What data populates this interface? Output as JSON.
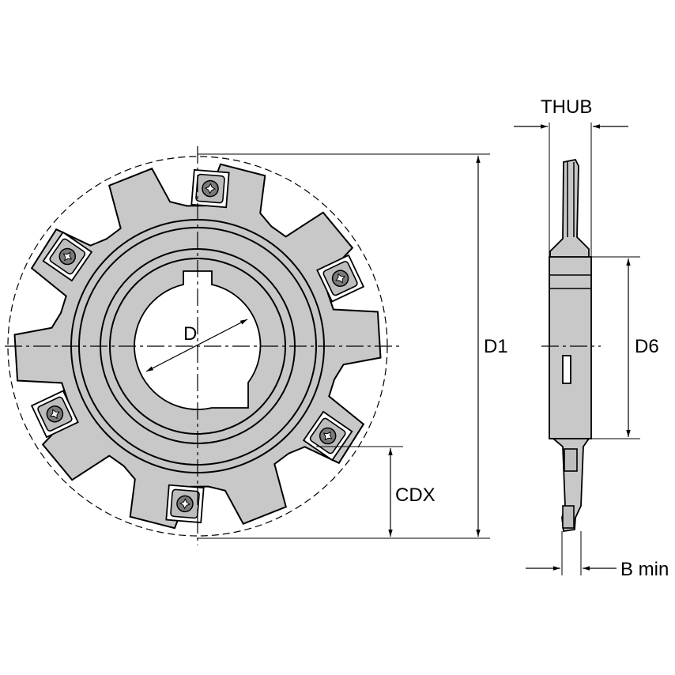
{
  "labels": {
    "hub_width": "THUB",
    "cutter_diameter": "D1",
    "bore_diameter": "D",
    "hub_diameter": "D6",
    "cutting_depth": "CDX",
    "min_width": "B min"
  },
  "colors": {
    "body": "#c8c8c8",
    "outline": "#000000",
    "background": "#ffffff"
  },
  "features": {
    "tooth_count": 10,
    "insert_count": 6
  }
}
